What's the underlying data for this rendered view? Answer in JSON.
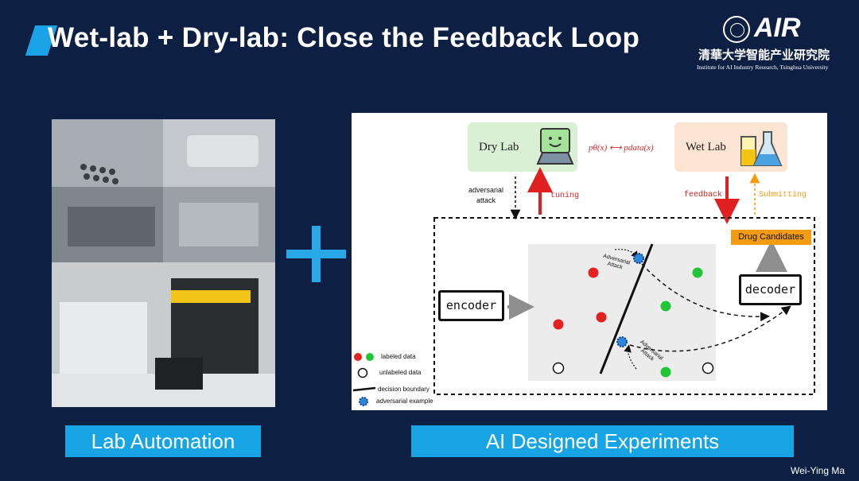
{
  "slide": {
    "title": "Wet-lab + Dry-lab: Close the Feedback Loop",
    "author": "Wei-Ying Ma"
  },
  "logo": {
    "brand": "AIR",
    "chinese_name": "清華大学智能产业研究院",
    "english_name": "Institute for AI Industry Research, Tsinghua University"
  },
  "left_panel": {
    "label": "Lab Automation"
  },
  "right_panel": {
    "label": "AI Designed Experiments",
    "diagram": {
      "dry_lab": "Dry Lab",
      "wet_lab": "Wet Lab",
      "equation": "pθ(x) ⟷ pdata(x)",
      "adversarial_attack_label": "adversarial attack",
      "tuning": "tuning",
      "feedback": "feedback",
      "submitting": "Submitting",
      "drug_candidates": "Drug Candidates",
      "encoder": "encoder",
      "decoder": "decoder",
      "adv_attack_annot_1": "Adversarial Attack",
      "adv_attack_annot_2": "Adversarial Attack",
      "legend": {
        "labeled": "labeled data",
        "unlabeled": "unlabeled data",
        "boundary": "decision boundary",
        "adversarial": "adversarial example"
      }
    }
  },
  "colors": {
    "background": "#0e1f44",
    "accent": "#16a4e5",
    "label_red": "#e32222",
    "label_green": "#22c535",
    "dry_lab_bg": "#d9f0d5",
    "wet_lab_bg": "#fbe4d2",
    "drug_candidates_bg": "#f39c12"
  }
}
